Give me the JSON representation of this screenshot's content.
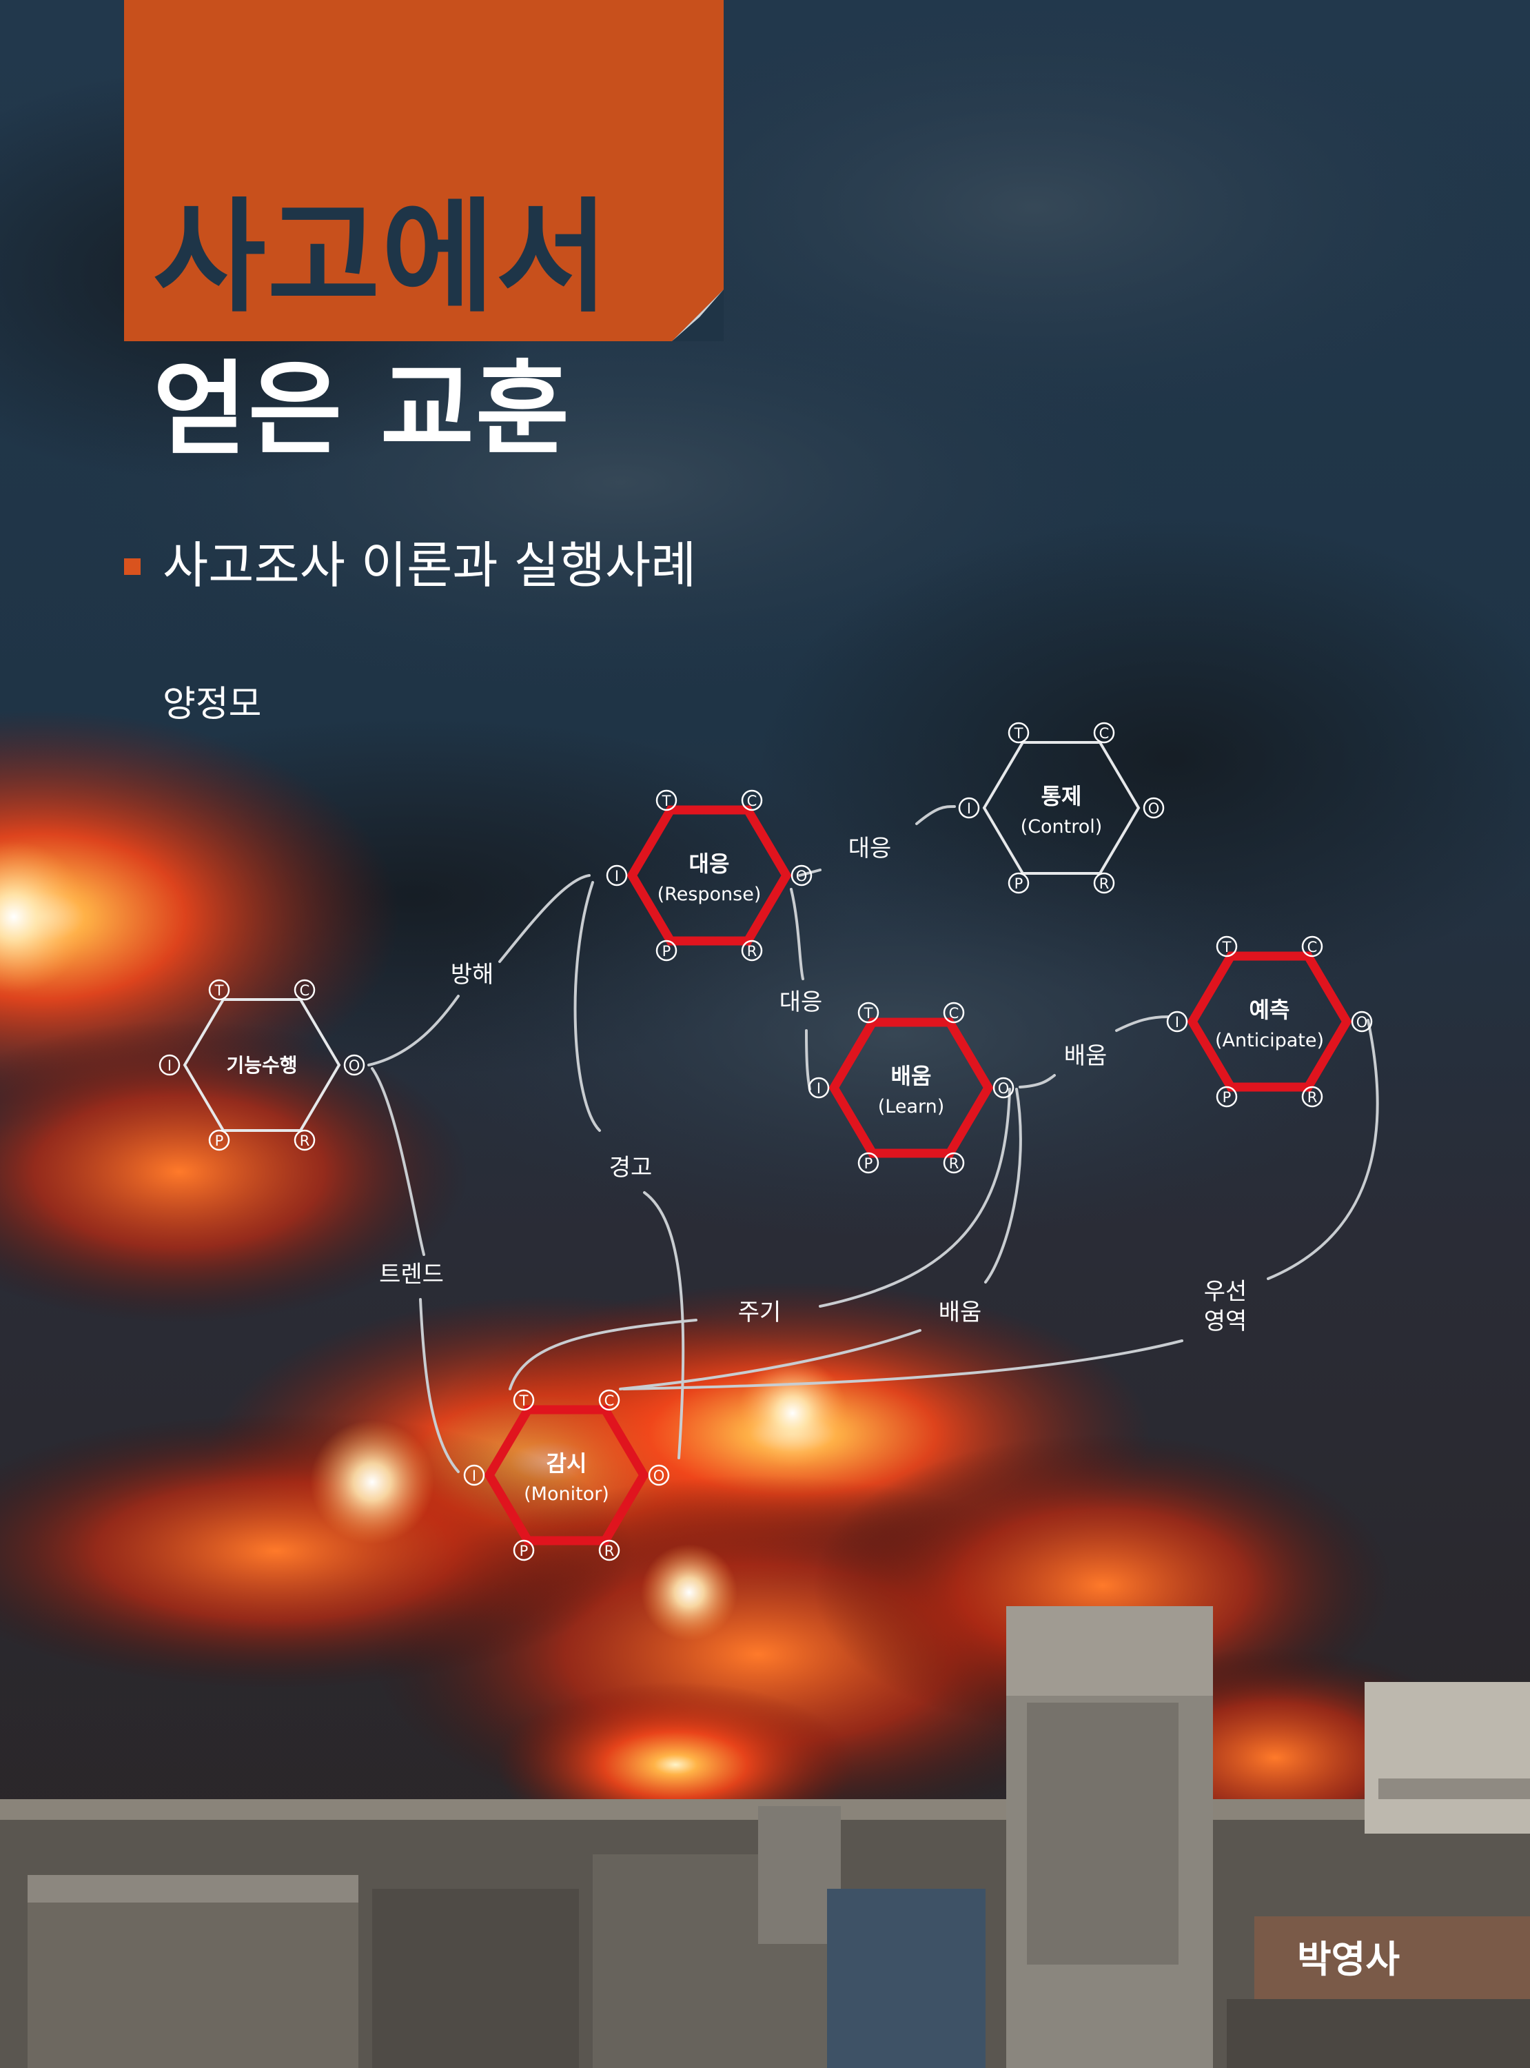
{
  "book": {
    "title_line1": "사고에서",
    "title_line2": "얻은 교훈",
    "subtitle": "사고조사 이론과 실행사례",
    "author": "양정모",
    "publisher": "박영사"
  },
  "fram_diagram": {
    "aspect_labels": {
      "T": "T",
      "C": "C",
      "I": "I",
      "O": "O",
      "P": "P",
      "R": "R"
    },
    "functions": [
      {
        "id": "performance",
        "name": "기능수행",
        "english": "",
        "highlighted": false
      },
      {
        "id": "response",
        "name": "대응",
        "english": "(Response)",
        "highlighted": true
      },
      {
        "id": "control",
        "name": "통제",
        "english": "(Control)",
        "highlighted": false
      },
      {
        "id": "learn",
        "name": "배움",
        "english": "(Learn)",
        "highlighted": true
      },
      {
        "id": "anticipate",
        "name": "예측",
        "english": "(Anticipate)",
        "highlighted": true
      },
      {
        "id": "monitor",
        "name": "감시",
        "english": "(Monitor)",
        "highlighted": true
      }
    ],
    "couplings": [
      {
        "id": "obstruction",
        "label": "방해"
      },
      {
        "id": "warning",
        "label": "경고"
      },
      {
        "id": "trend",
        "label": "트렌드"
      },
      {
        "id": "response-to-control",
        "label": "대응"
      },
      {
        "id": "response-to-learn",
        "label": "대응"
      },
      {
        "id": "learn-to-anticipate",
        "label": "배움"
      },
      {
        "id": "cycle",
        "label": "주기"
      },
      {
        "id": "learn-to-monitor",
        "label": "배움"
      },
      {
        "id": "priority",
        "label_line1": "우선",
        "label_line2": "영역"
      }
    ]
  },
  "colors": {
    "title_tab": "#c8501c",
    "title_dark": "#1e3548",
    "highlight_red": "#e0141e",
    "smoke_navy": "#1f3446",
    "fire_orange": "#ff5a14"
  }
}
